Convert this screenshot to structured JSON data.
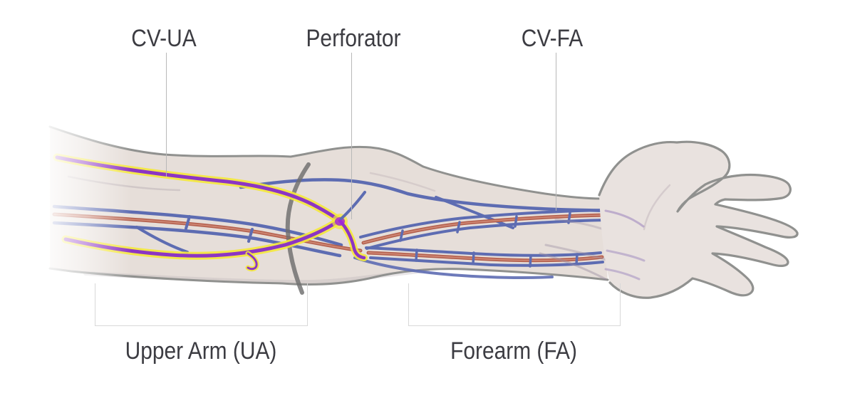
{
  "callouts": {
    "cv_ua": {
      "label": "CV-UA"
    },
    "perforator": {
      "label": "Perforator"
    },
    "cv_fa": {
      "label": "CV-FA"
    }
  },
  "regions": {
    "upper_arm": {
      "label": "Upper Arm (UA)"
    },
    "forearm": {
      "label": "Forearm (FA)"
    }
  },
  "colors": {
    "background": "#ffffff",
    "skin": "#e6ded9",
    "skin_hand": "#e9e2df",
    "outline_gray": "#90918f",
    "vein_blue": "#5d6cb2",
    "vein_purple": "#8c35c4",
    "junction_purple": "#a326d8",
    "highlight_yellow": "#f4e83a",
    "artery_red": "#b4604e",
    "artery_core": "#cf8875",
    "marker_gray": "#6e6e6e",
    "contour_gray": "#b6abb2",
    "tendon_gray": "#9b8fa2",
    "label_text": "#3c3c42",
    "leader_line": "#b8b8b8",
    "bracket_line": "#d8d8d8"
  }
}
